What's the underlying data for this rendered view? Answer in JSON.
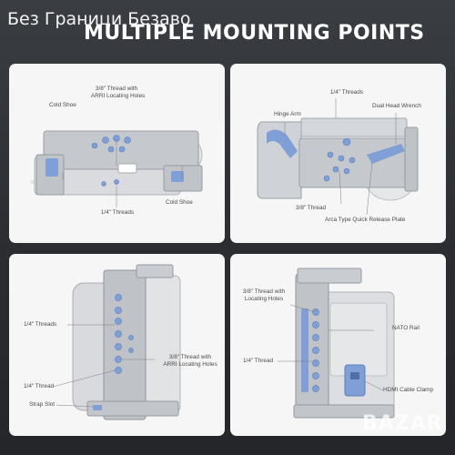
{
  "overlay_title": "Без Граници Безаво",
  "heading": "MULTIPLE MOUNTING POINTS",
  "panels": {
    "top_left": {
      "cold_shoe_left": "Cold Shoe",
      "thread_arri_line1": "3/8\" Thread with",
      "thread_arri_line2": "ARRI Locating Holes",
      "cold_shoe_right": "Cold Shoe",
      "quarter_threads": "1/4\" Threads"
    },
    "top_right": {
      "quarter_threads": "1/4\" Threads",
      "hinge_arm": "Hinge Arm",
      "dual_head_wrench": "Dual Head Wrench",
      "three_eighths_thread": "3/8\" Thread",
      "arca_plate": "Arca Type Quick Release Plate"
    },
    "bottom_left": {
      "quarter_threads": "1/4\" Threads",
      "thread_arri_line1": "3/8\" Thread with",
      "thread_arri_line2": "ARRI Locating Holes",
      "quarter_thread": "1/4\" Thread",
      "strap_slot": "Strap Slot"
    },
    "bottom_right": {
      "thread_locating_line1": "3/8\" Thread with",
      "thread_locating_line2": "Locating Holes",
      "nato_rail": "NATO Rail",
      "quarter_thread": "1/4\" Thread",
      "hdmi_clamp": "HDMI Cable Clamp"
    }
  },
  "watermark": "BAZAR",
  "colors": {
    "background": "#2f3136",
    "panel": "#f6f6f6",
    "cage": "#c9cdd2",
    "accent_blue": "#7f9fd6",
    "text": "#4b4b4b"
  }
}
